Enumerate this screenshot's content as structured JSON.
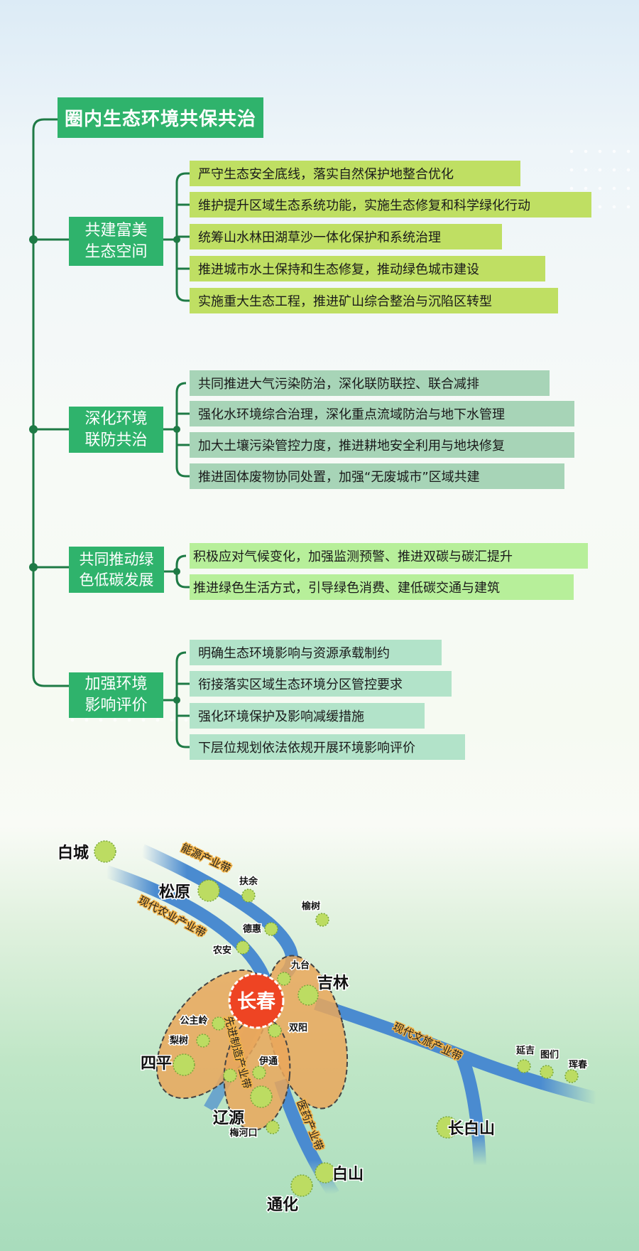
{
  "title": "圈内生态环境共保共治",
  "sections": [
    {
      "label": "共建富美生态空间",
      "items": [
        "严守生态安全底线，落实自然保护地整合优化",
        "维护提升区域生态系统功能，实施生态修复和科学绿化行动",
        "统筹山水林田湖草沙一体化保护和系统治理",
        "推进城市水土保持和生态修复，推动绿色城市建设",
        "实施重大生态工程，推进矿山综合整治与沉陷区转型"
      ]
    },
    {
      "label": "深化环境联防共治",
      "items": [
        "共同推进大气污染防治，深化联防联控、联合减排",
        "强化水环境综合治理，深化重点流域防治与地下水管理",
        "加大土壤污染管控力度，推进耕地安全利用与地块修复",
        "推进固体废物协同处置，加强“无废城市”区域共建"
      ]
    },
    {
      "label": "共同推动绿色低碳发展",
      "items": [
        "积极应对气候变化，加强监测预警、推进双碳与碳汇提升",
        "推进绿色生活方式，引导绿色消费、建低碳交通与建筑"
      ]
    },
    {
      "label": "加强环境影响评价",
      "items": [
        "明确生态环境影响与资源承载制约",
        "衔接落实区域生态环境分区管控要求",
        "强化环境保护及影响减缓措施",
        "下层位规划依法依规开展环境影响评价"
      ]
    }
  ],
  "map": {
    "center": "长春",
    "belts": [
      "能源产业带",
      "现代农业产业带",
      "现代文旅产业带",
      "先进制造产业带",
      "医药产业带"
    ],
    "cities": [
      "白城",
      "松原",
      "扶余",
      "榆树",
      "德惠",
      "农安",
      "九台",
      "吉林",
      "公主岭",
      "双阳",
      "梨树",
      "四平",
      "伊通",
      "辽源",
      "梅河口",
      "白山",
      "通化",
      "长白山",
      "延吉",
      "图们",
      "珲春"
    ]
  },
  "colors": {
    "primary": "#2fb36c",
    "road": "#4a8bd0",
    "lobe": "#eaa75a",
    "center": "#ee4423",
    "city": "#bcdc62"
  }
}
